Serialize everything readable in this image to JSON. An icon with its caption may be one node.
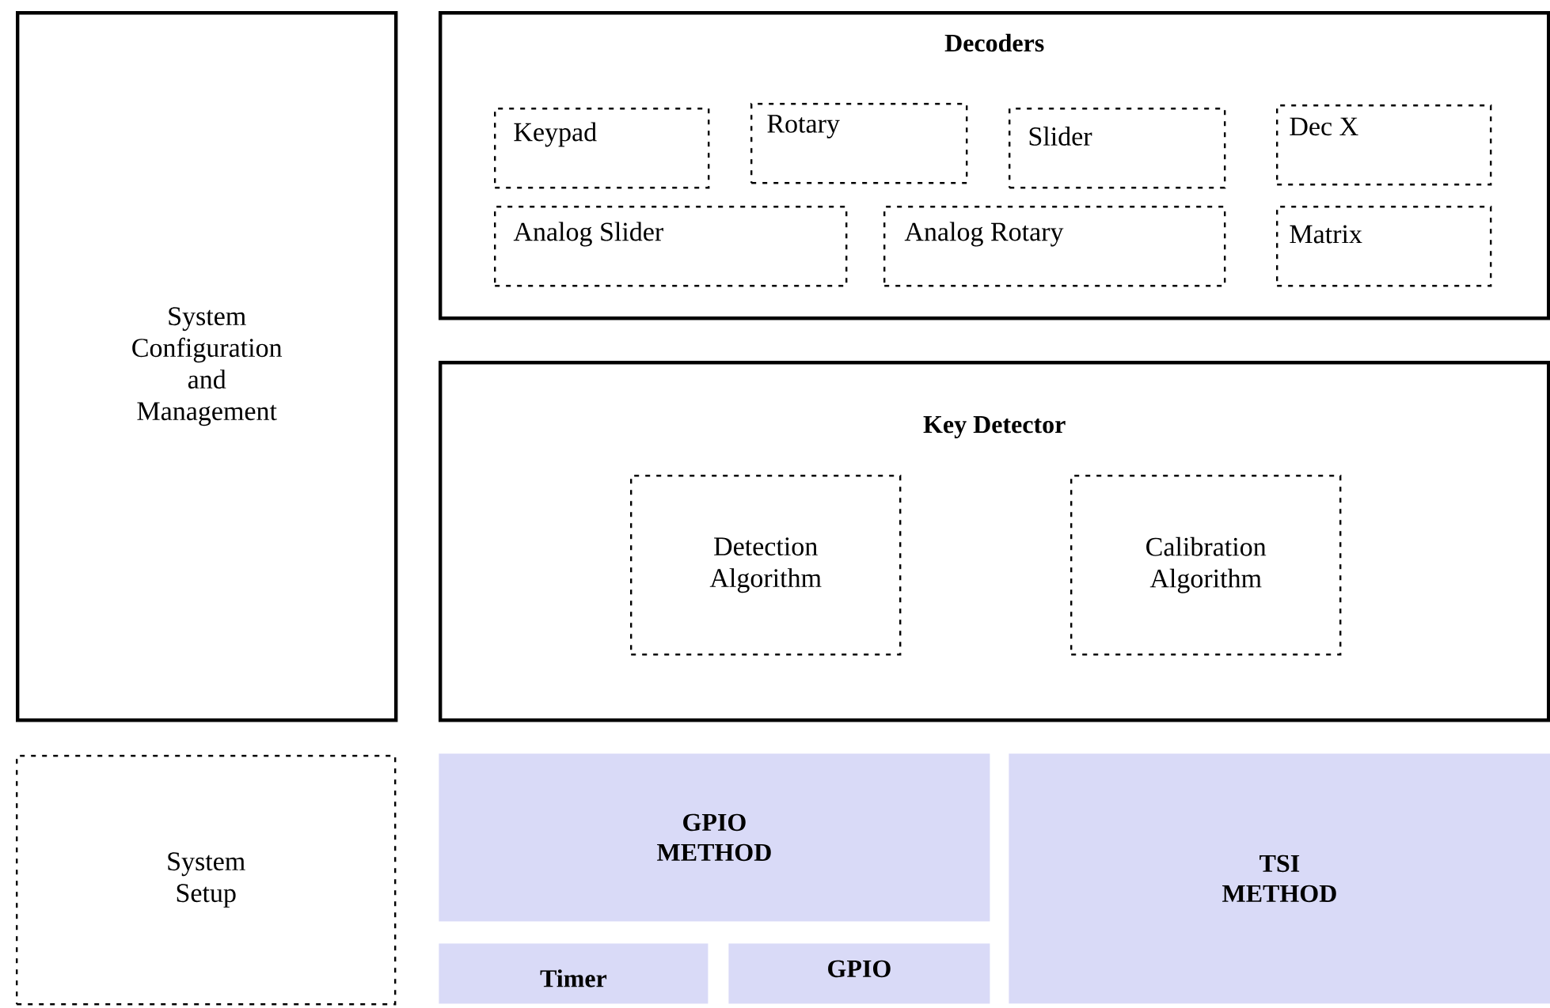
{
  "diagram": {
    "nodes": [
      {
        "text": [
          "System Configuration and Management"
        ]
      },
      {
        "text": [
          "Decoders"
        ]
      },
      {
        "text": [
          "Keypad"
        ],
        "in": 1
      },
      {
        "text": [
          "Rotary"
        ],
        "in": 1
      },
      {
        "text": [
          "Slider"
        ],
        "in": 1
      },
      {
        "text": [
          "Dec X"
        ],
        "in": 1
      },
      {
        "text": [
          "Analog Slider"
        ],
        "in": 1
      },
      {
        "text": [
          "Analog Rotary"
        ],
        "in": 1
      },
      {
        "text": [
          "Matrix"
        ],
        "in": 1
      },
      {
        "text": [
          "Key Detector"
        ]
      },
      {
        "text": [
          "Detection Algorithm"
        ],
        "in": 9
      },
      {
        "text": [
          "Calibration Algorithm"
        ],
        "in": 9
      },
      {
        "text": [
          "System Setup"
        ]
      },
      {
        "text": [
          "GPIO METHOD"
        ]
      },
      {
        "text": [
          "Timer"
        ]
      },
      {
        "text": [
          "GPIO"
        ]
      },
      {
        "text": [
          "TSI METHOD"
        ]
      }
    ]
  }
}
